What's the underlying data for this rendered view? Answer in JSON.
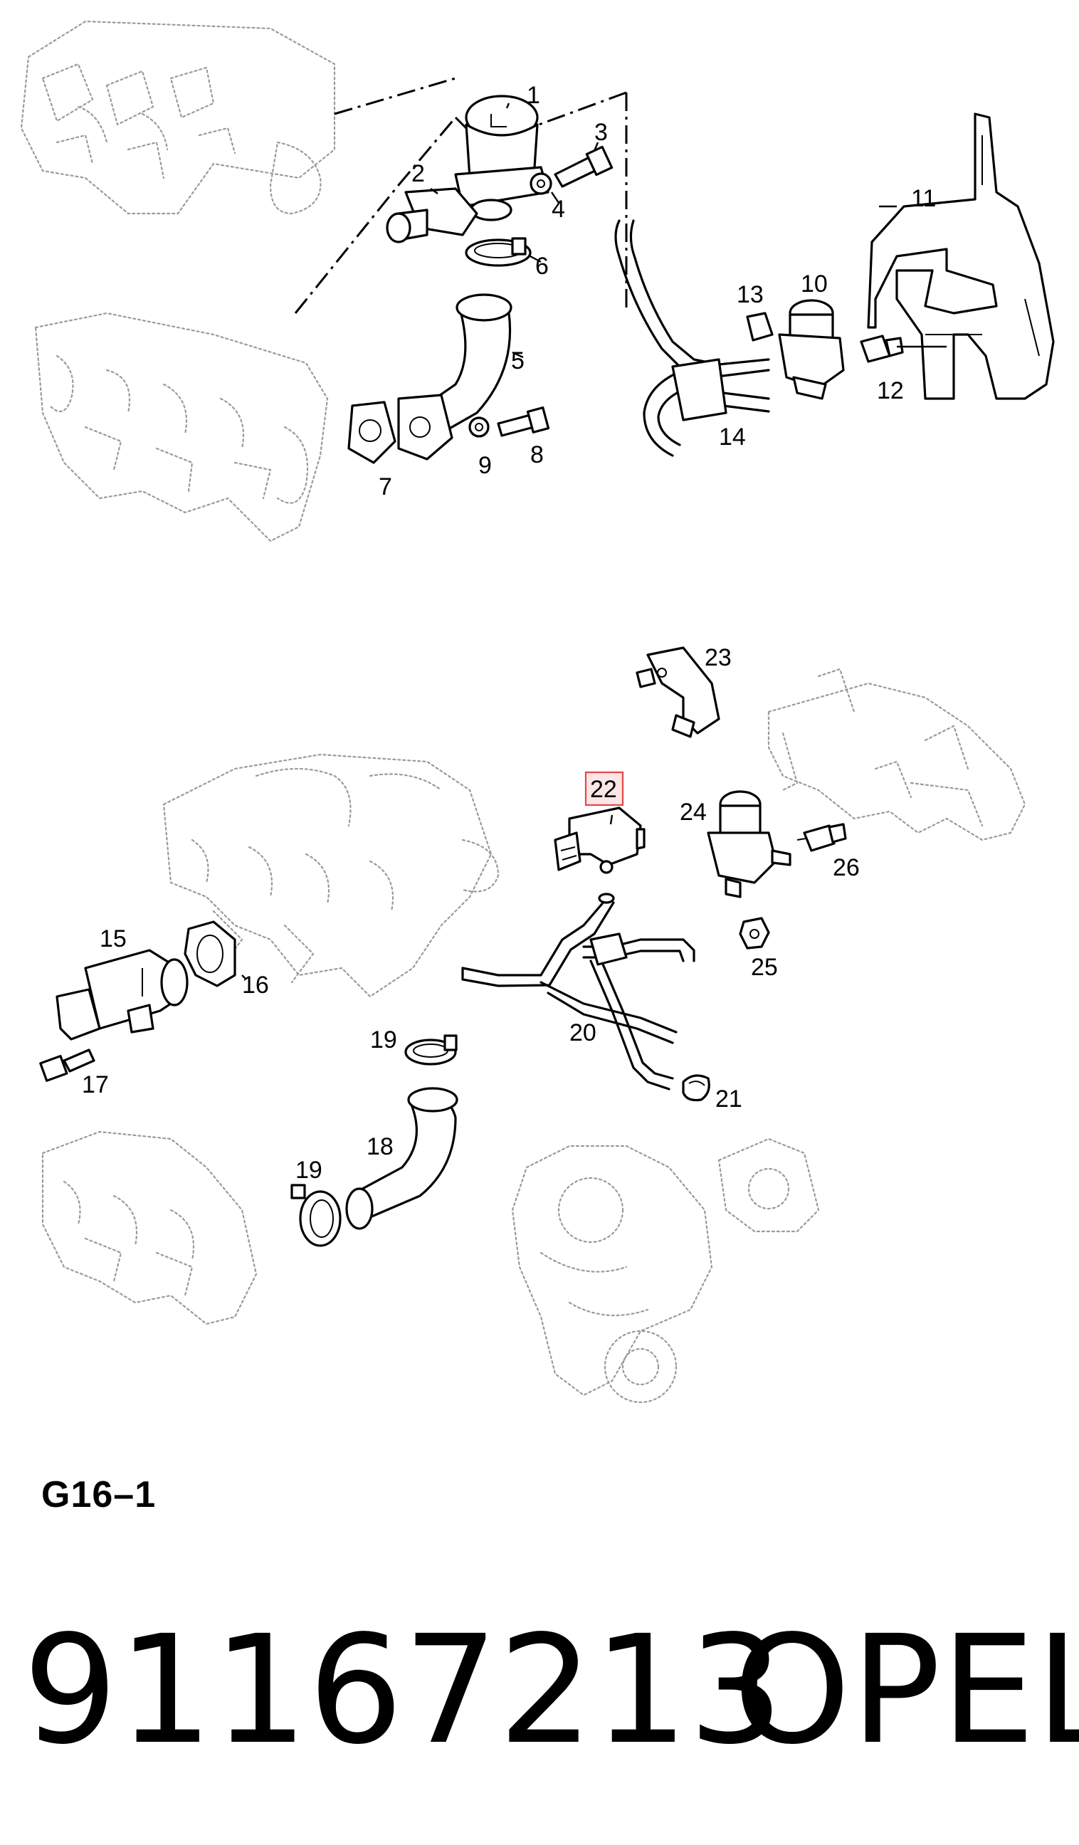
{
  "figure": {
    "code": "G16–1",
    "highlight_color": "#e04848",
    "callouts": [
      {
        "id": "c1",
        "label": "1"
      },
      {
        "id": "c2",
        "label": "2"
      },
      {
        "id": "c3",
        "label": "3"
      },
      {
        "id": "c4",
        "label": "4"
      },
      {
        "id": "c5",
        "label": "5"
      },
      {
        "id": "c6",
        "label": "6"
      },
      {
        "id": "c7",
        "label": "7"
      },
      {
        "id": "c8",
        "label": "8"
      },
      {
        "id": "c9",
        "label": "9"
      },
      {
        "id": "c10",
        "label": "10"
      },
      {
        "id": "c11",
        "label": "11"
      },
      {
        "id": "c12",
        "label": "12"
      },
      {
        "id": "c13",
        "label": "13"
      },
      {
        "id": "c14",
        "label": "14"
      },
      {
        "id": "c15",
        "label": "15"
      },
      {
        "id": "c16",
        "label": "16"
      },
      {
        "id": "c17",
        "label": "17"
      },
      {
        "id": "c18",
        "label": "18"
      },
      {
        "id": "c19a",
        "label": "19"
      },
      {
        "id": "c19b",
        "label": "19"
      },
      {
        "id": "c20",
        "label": "20"
      },
      {
        "id": "c21",
        "label": "21"
      },
      {
        "id": "c22",
        "label": "22"
      },
      {
        "id": "c23",
        "label": "23"
      },
      {
        "id": "c24",
        "label": "24"
      },
      {
        "id": "c25",
        "label": "25"
      },
      {
        "id": "c26",
        "label": "26"
      }
    ]
  },
  "caption": {
    "part_number": "91167213",
    "brand": "OPEL"
  }
}
